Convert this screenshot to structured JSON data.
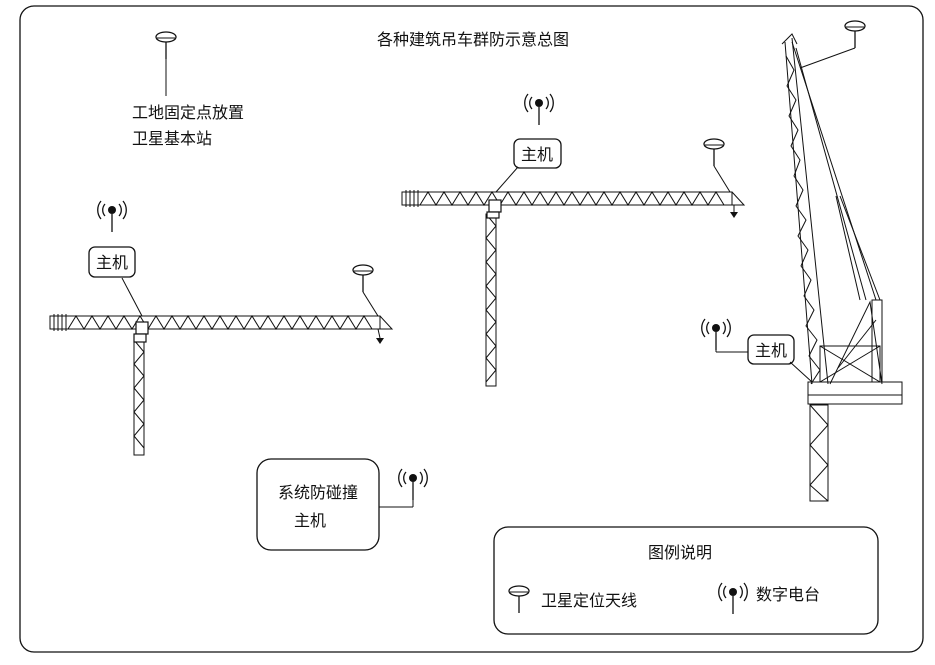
{
  "title": "各种建筑吊车群防示意总图",
  "base_station": {
    "line1": "工地固定点放置",
    "line2": "卫星基本站"
  },
  "host_label": "主机",
  "system_box": {
    "line1": "系统防碰撞",
    "line2": "主机"
  },
  "legend": {
    "title": "图例说明",
    "gps_antenna": "卫星定位天线",
    "radio": "数字电台"
  },
  "icons": {
    "gps": "gps-antenna-icon",
    "radio": "radio-antenna-icon"
  }
}
